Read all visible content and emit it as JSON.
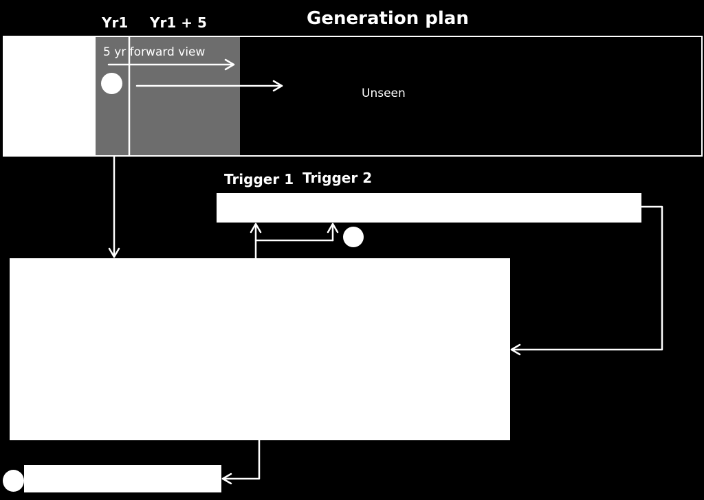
{
  "title": "Generation plan",
  "timeline": {
    "yr1": "Yr1",
    "yr1_plus5": "Yr1 + 5",
    "forward_view": "5 yr forward view",
    "unseen": "Unseen"
  },
  "triggers": {
    "trigger1": "Trigger 1",
    "trigger2": "Trigger 2"
  },
  "colors": {
    "background": "#000000",
    "box": "#ffffff",
    "forward_window": "#6d6d6d"
  }
}
